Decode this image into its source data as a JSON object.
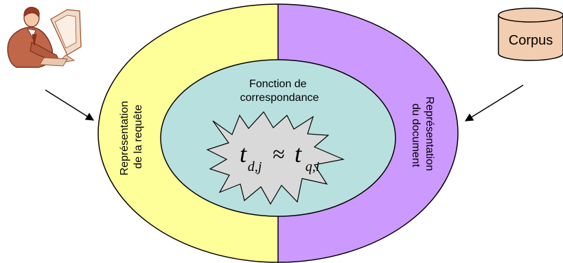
{
  "diagram": {
    "outer_left_label": [
      "Représentation",
      "de la requête"
    ],
    "outer_right_label": [
      "Représentation",
      "du document"
    ],
    "inner_title": [
      "Fonction de",
      "correspondance"
    ],
    "formula": {
      "left_base": "t",
      "left_sub": "d,j",
      "operator": "≈",
      "right_base": "t",
      "right_sub": "q,i"
    },
    "corpus_label": "Corpus",
    "user_icon": "person-at-computer-icon",
    "database_icon": "database-cylinder-icon"
  },
  "colors": {
    "left_half": "#ffff99",
    "right_half": "#cc99ff",
    "inner_ellipse": "#b8e0df",
    "star": "#d9d9d9",
    "corpus": "#f2cdb0"
  }
}
